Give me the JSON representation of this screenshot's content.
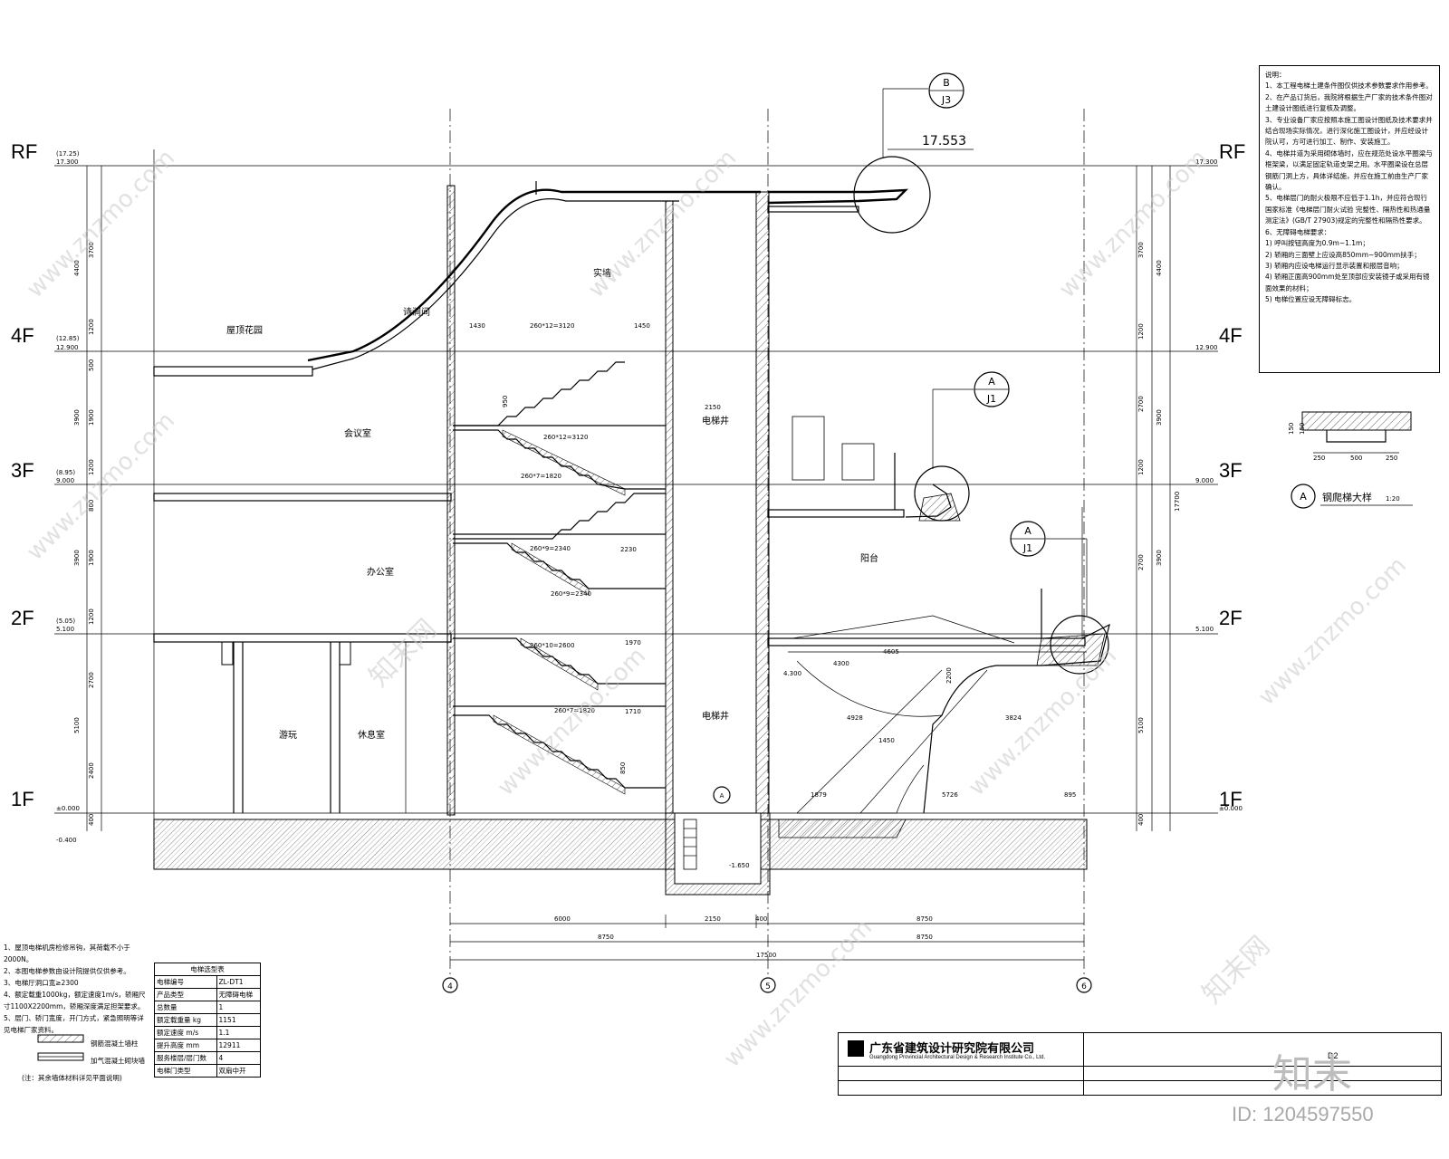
{
  "levels": {
    "rf": {
      "tag": "RF",
      "elev": "17.300",
      "elev_paren": "(17.25)"
    },
    "f4": {
      "tag": "4F",
      "elev": "12.900",
      "elev_paren": "(12.85)"
    },
    "f3": {
      "tag": "3F",
      "elev": "9.000",
      "elev_paren": "(8.95)"
    },
    "f2": {
      "tag": "2F",
      "elev": "5.100",
      "elev_paren": "(5.05)"
    },
    "f1": {
      "tag": "1F",
      "elev": "±0.000",
      "elev_sub": "-0.400"
    }
  },
  "rooms": {
    "roof_garden": "屋顶花园",
    "tea_room": "诗涧间",
    "meeting": "会议室",
    "office": "办公室",
    "lobby": "游玩",
    "rest": "休息室",
    "shaft_top": "电梯井",
    "shaft_bottom": "电梯井",
    "balcony": "阳台",
    "wall_label": "实墙"
  },
  "callouts": {
    "b": {
      "letter": "B",
      "sheet": "J3"
    },
    "a1": {
      "letter": "A",
      "sheet": "J1"
    },
    "a2": {
      "letter": "A",
      "sheet": "J1"
    },
    "roof_elev": "17.553",
    "pit_elev": "-1.650",
    "pit_mark": "A"
  },
  "stairs": {
    "s1": "260*12=3120",
    "s2": "260*12=3120",
    "s3": "260*7=1820",
    "s4": "260*9=2340",
    "s5": "260*9=2340",
    "s6": "260*10=2600",
    "s7": "260*7=1820"
  },
  "dims_bottom": {
    "a": "6000",
    "b": "2150",
    "c": "400",
    "d": "8750",
    "e": "8750",
    "f": "8750",
    "total": "17500"
  },
  "dims_inner": [
    "1430",
    "1450",
    "2150",
    "1970",
    "2230",
    "1710",
    "4300",
    "4605",
    "4928",
    "5726",
    "1879",
    "895",
    "4.300",
    "3824",
    "2200",
    "1450",
    "950",
    "850"
  ],
  "dims_left": [
    "400",
    "2400",
    "5100",
    "2700",
    "1200",
    "1900",
    "3900",
    "800",
    "1200",
    "1900",
    "3900",
    "500",
    "1200",
    "4400",
    "3700"
  ],
  "dims_right": [
    "400",
    "5100",
    "3900",
    "2700",
    "1200",
    "3900",
    "2700",
    "1200",
    "4400",
    "3700",
    "17700"
  ],
  "axes": {
    "a4": "4",
    "a5": "5",
    "a6": "6"
  },
  "detail": {
    "label": "A",
    "title": "钢爬梯大样",
    "scale": "1:20",
    "dims": [
      "250",
      "500",
      "250"
    ],
    "side": [
      "150",
      "150"
    ]
  },
  "notes": {
    "title": "说明：",
    "items": [
      "1、本工程电梯土建条件图仅供技术参数要求作用参考。",
      "2、在产品订货后，我院将根据生产厂家的技术条件图对土建设计图纸进行复核及调整。",
      "3、专业设备厂家应按照本施工图设计图纸及技术要求并结合现场实际情况，进行深化施工图设计，并应经设计院认可，方可进行加工、制作、安装施工。",
      "4、电梯井道为采用砌体墙时，应在规范处设水平圈梁与框架梁，以满足固定轨道支架之用。水平圈梁设在总层钢筋门洞上方，具体详结施，并应在施工前由生产厂家确认。",
      "5、电梯层门的耐火极限不应低于1.1h，并应符合现行国家标准《电梯层门耐火试验 完整性、隔热性和热通量测定法》(GB/T 27903)规定的完整性和隔热性要求。",
      "6、无障碍电梯要求：",
      "1) 呼叫按钮高度为0.9m~1.1m；",
      "2) 轿厢的三面壁上应设高850mm~900mm扶手；",
      "3) 轿厢内应设电梯运行显示装置和报层音响；",
      "4) 轿厢正面高900mm处至顶部应安装镜子或采用有镜面效果的材料；",
      "5) 电梯位置应设无障碍标志。"
    ]
  },
  "lower_notes": [
    "1、屋顶电梯机房检修吊钩，其荷载不小于2000N。",
    "2、本图电梯参数由设计院提供仅供参考。",
    "3、电梯厅洞口宽≥2300",
    "4、额定载重1000kg，额定速度1m/s，轿厢尺寸1100X2200mm，轿厢深度满足担架要求。",
    "5、层门、轿门宽度，开门方式，紧急照明等详见电梯厂家资料。"
  ],
  "legend": [
    {
      "label": "钢筋混凝土墙柱"
    },
    {
      "label": "加气混凝土砌块墙"
    },
    {
      "label": "(注：其余墙体材料详见平面说明)"
    }
  ],
  "elevator_table": {
    "title": "电梯选型表",
    "rows": [
      [
        "电梯编号",
        "ZL-DT1"
      ],
      [
        "产品类型",
        "无障碍电梯"
      ],
      [
        "总数量",
        "1"
      ],
      [
        "额定载重量 kg",
        "1151"
      ],
      [
        "额定速度 m/s",
        "1.1"
      ],
      [
        "提升高度 mm",
        "12911"
      ],
      [
        "服务楼层/层门数",
        "4"
      ],
      [
        "电梯门类型",
        "双扇中开"
      ]
    ]
  },
  "company": {
    "name": "广东省建筑设计研究院有限公司",
    "en": "Guangdong Provincial Architectural Design & Research Institute Co., Ltd.",
    "sheet": "D2"
  },
  "watermark": {
    "site": "www.znzmo.com",
    "brand": "知末网",
    "id": "ID: 1204597550",
    "logo": "知末"
  }
}
